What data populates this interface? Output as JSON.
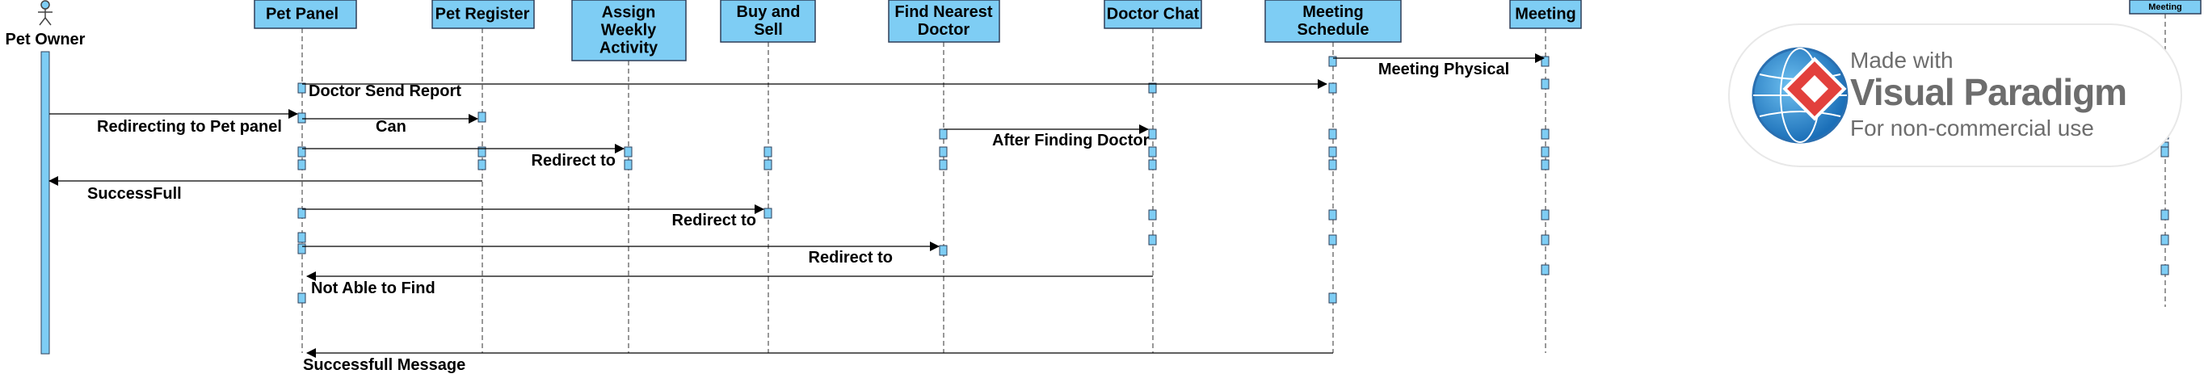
{
  "diagram": {
    "actor": {
      "name": "Pet Owner"
    },
    "lifelines": [
      {
        "id": "pet_panel",
        "lines": [
          "Pet Panel"
        ]
      },
      {
        "id": "pet_register",
        "lines": [
          "Pet Register"
        ]
      },
      {
        "id": "assign_weekly",
        "lines": [
          "Assign",
          "Weekly",
          "Activity"
        ]
      },
      {
        "id": "buy_sell",
        "lines": [
          "Buy and",
          "Sell"
        ]
      },
      {
        "id": "find_doctor",
        "lines": [
          "Find Nearest",
          "Doctor"
        ]
      },
      {
        "id": "doctor_chat",
        "lines": [
          "Doctor Chat"
        ]
      },
      {
        "id": "meeting_schedule",
        "lines": [
          "Meeting",
          "Schedule"
        ]
      },
      {
        "id": "meeting",
        "lines": [
          "Meeting"
        ]
      },
      {
        "id": "meeting_right",
        "lines": [
          "Meeting"
        ]
      }
    ],
    "messages": [
      {
        "label": "Meeting Physical"
      },
      {
        "label": "Doctor Send Report"
      },
      {
        "label": "Redirecting to Pet panel"
      },
      {
        "label": "Can"
      },
      {
        "label": "Redirect to"
      },
      {
        "label": "After Finding Doctor"
      },
      {
        "label": "SuccessFull"
      },
      {
        "label": "Redirect to"
      },
      {
        "label": "Redirect to"
      },
      {
        "label": "Not Able to Find"
      },
      {
        "label": "Successfull  Message"
      }
    ],
    "colors": {
      "box_fill": "#7ecdf4",
      "box_stroke": "#2e3f59",
      "activation_fill": "#7ecdf4",
      "line": "#555555"
    }
  },
  "watermark": {
    "line1": "Made with",
    "line2": "Visual Paradigm",
    "line3": "For non-commercial use"
  }
}
